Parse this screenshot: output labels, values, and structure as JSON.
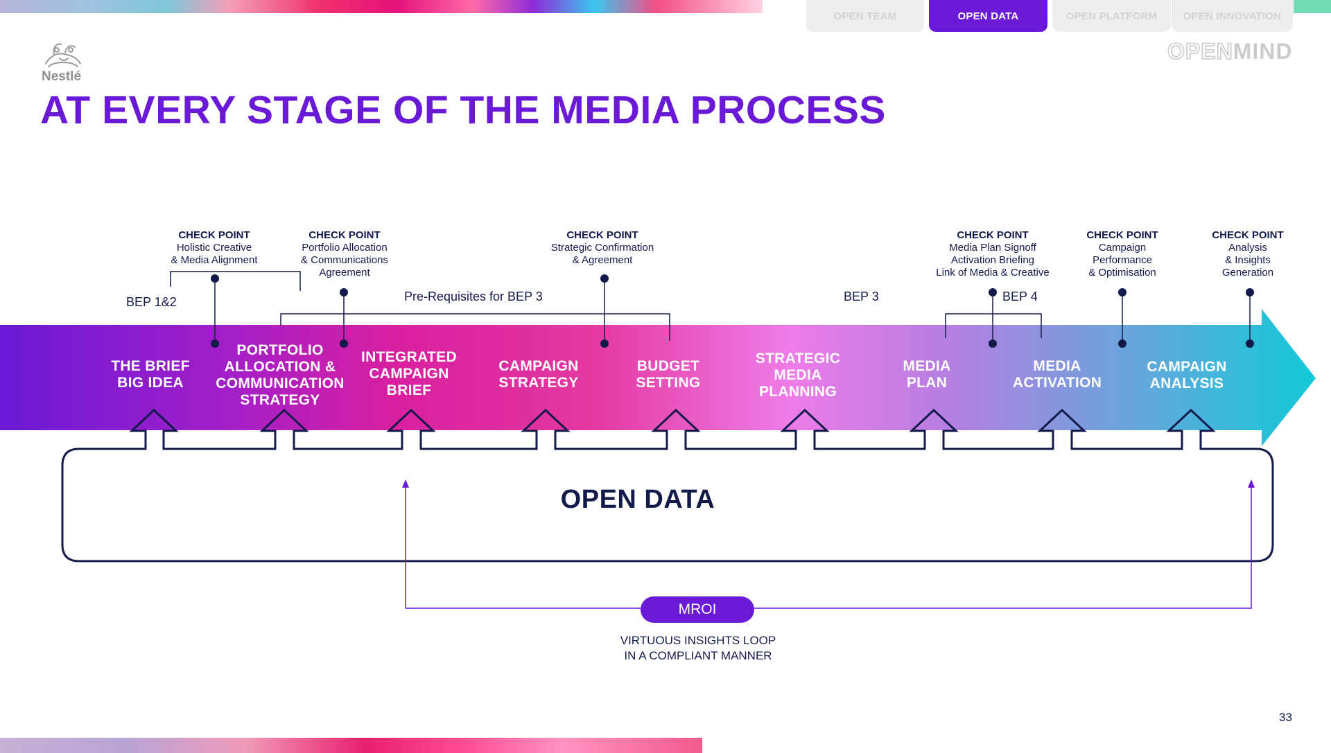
{
  "nav": {
    "tabs": [
      {
        "label": "OPEN TEAM",
        "active": false
      },
      {
        "label": "OPEN DATA",
        "active": true
      },
      {
        "label": "OPEN PLATFORM",
        "active": false
      },
      {
        "label": "OPEN INNOVATION",
        "active": false
      }
    ]
  },
  "brand": {
    "openmind_open": "OPEN",
    "openmind_mind": "MIND",
    "company": "Nestlé"
  },
  "title": "AT EVERY STAGE OF THE MEDIA PROCESS",
  "checkpoints": [
    {
      "heading": "CHECK POINT",
      "lines": [
        "Holistic Creative",
        "& Media Alignment"
      ]
    },
    {
      "heading": "CHECK POINT",
      "lines": [
        "Portfolio Allocation",
        "& Communications",
        "Agreement"
      ]
    },
    {
      "heading": "CHECK POINT",
      "lines": [
        "Strategic Confirmation",
        "& Agreement"
      ]
    },
    {
      "heading": "CHECK POINT",
      "lines": [
        "Media Plan Signoff",
        "Activation Briefing",
        "Link of Media & Creative"
      ]
    },
    {
      "heading": "CHECK POINT",
      "lines": [
        "Campaign",
        "Performance",
        "& Optimisation"
      ]
    },
    {
      "heading": "CHECK POINT",
      "lines": [
        "Analysis",
        "& Insights",
        "Generation"
      ]
    }
  ],
  "labels": {
    "bep12": "BEP 1&2",
    "prereq": "Pre-Requisites for BEP 3",
    "bep3": "BEP 3",
    "bep4": "BEP 4"
  },
  "stages": [
    {
      "lines": [
        "THE BRIEF",
        "BIG IDEA"
      ]
    },
    {
      "lines": [
        "PORTFOLIO",
        "ALLOCATION &",
        "COMMUNICATION",
        "STRATEGY"
      ]
    },
    {
      "lines": [
        "INTEGRATED",
        "CAMPAIGN",
        "BRIEF"
      ]
    },
    {
      "lines": [
        "CAMPAIGN",
        "STRATEGY"
      ]
    },
    {
      "lines": [
        "BUDGET",
        "SETTING"
      ]
    },
    {
      "lines": [
        "STRATEGIC",
        "MEDIA",
        "PLANNING"
      ]
    },
    {
      "lines": [
        "MEDIA",
        "PLAN"
      ]
    },
    {
      "lines": [
        "MEDIA",
        "ACTIVATION"
      ]
    },
    {
      "lines": [
        "CAMPAIGN",
        "ANALYSIS"
      ]
    }
  ],
  "open_data": "OPEN DATA",
  "mroi": "MROI",
  "loop_caption": [
    "VIRTUOUS INSIGHTS LOOP",
    "IN A COMPLIANT MANNER"
  ],
  "page_number": "33",
  "colors": {
    "accent": "#6a1ad6",
    "navy": "#121a4a",
    "arrow_start": "#6a1ad6",
    "arrow_mid": "#e22a9b",
    "arrow_light": "#ee7ce8",
    "arrow_end": "#12c9d8"
  }
}
